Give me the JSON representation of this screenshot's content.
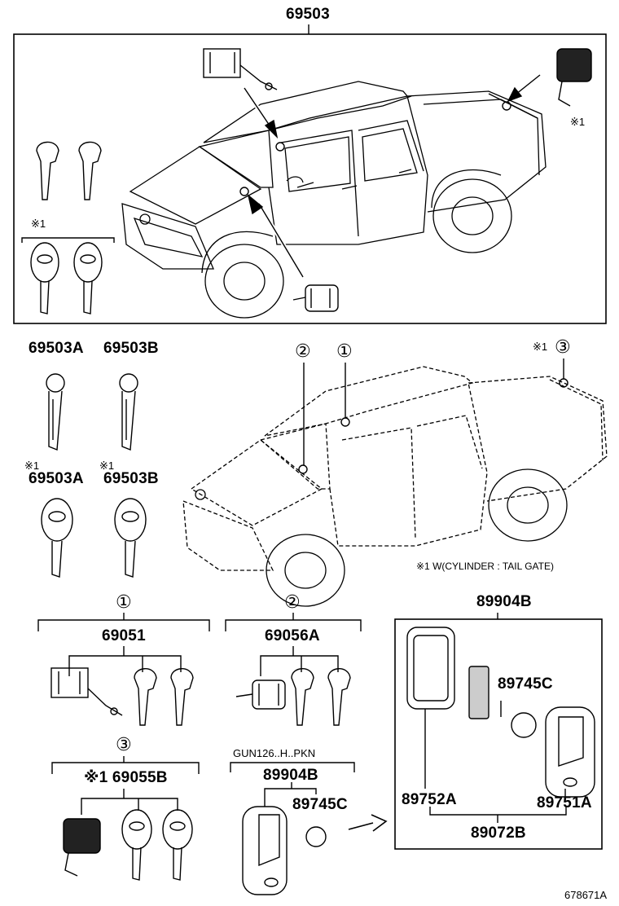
{
  "labels": {
    "main_part": "69503",
    "note_x1_top": "※1",
    "note_x1_keys": "※1",
    "key_a": "69503A",
    "key_b": "69503B",
    "key_a_x1": "69503A",
    "key_b_x1": "69503B",
    "mark_x1_a": "※1",
    "mark_x1_b": "※1",
    "loc_1": "①",
    "loc_2": "②",
    "loc_3": "③",
    "loc_3_prefix": "※1",
    "footnote": "※1 W(CYLINDER : TAIL GATE)",
    "set1_circle": "①",
    "set1_part": "69051",
    "set2_circle": "②",
    "set2_part": "69056A",
    "set3_circle": "③",
    "set3_part": "※1 69055B",
    "remote_model": "GUN126..H..PKN",
    "remote_part": "89904B",
    "remote_battery": "89745C",
    "box_part": "89904B",
    "box_battery": "89745C",
    "box_case": "89752A",
    "box_key": "89751A",
    "box_sub": "89072B",
    "diagram_id": "678671A"
  }
}
